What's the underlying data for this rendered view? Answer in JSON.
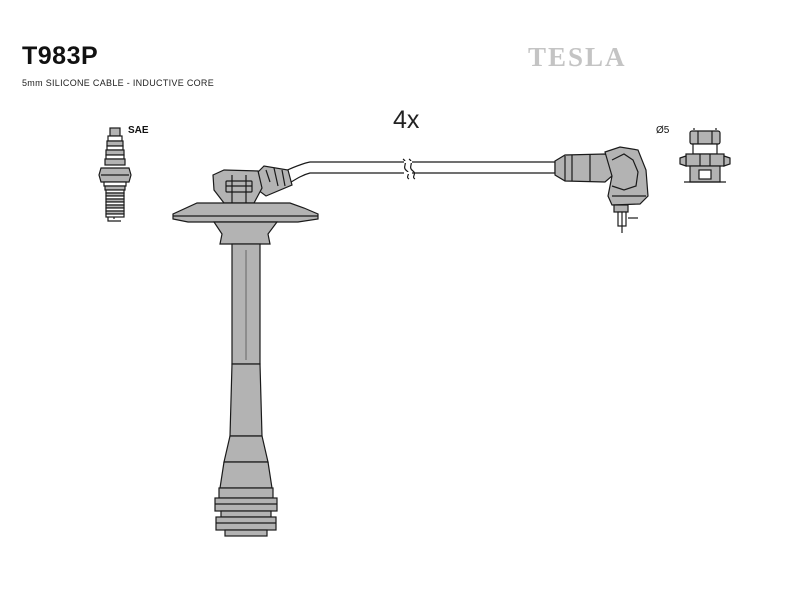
{
  "header": {
    "part_number": "T983P",
    "subtitle": "5mm SILICONE CABLE - INDUCTIVE CORE",
    "brand": "TESLA"
  },
  "diagram": {
    "quantity": "4x",
    "spark_plug_label": "SAE",
    "terminal_label": "Ø5"
  },
  "icons": {
    "spark_plug": "spark-plug-icon",
    "plug_boot": "spark-plug-boot-icon",
    "terminal": "coil-terminal-icon",
    "cable": "ignition-cable-icon",
    "coil_connector": "coil-connector-icon"
  },
  "colors": {
    "part_fill": "#b3b3b3",
    "outline": "#1a1a1a",
    "brand": "#c4c4c4"
  }
}
